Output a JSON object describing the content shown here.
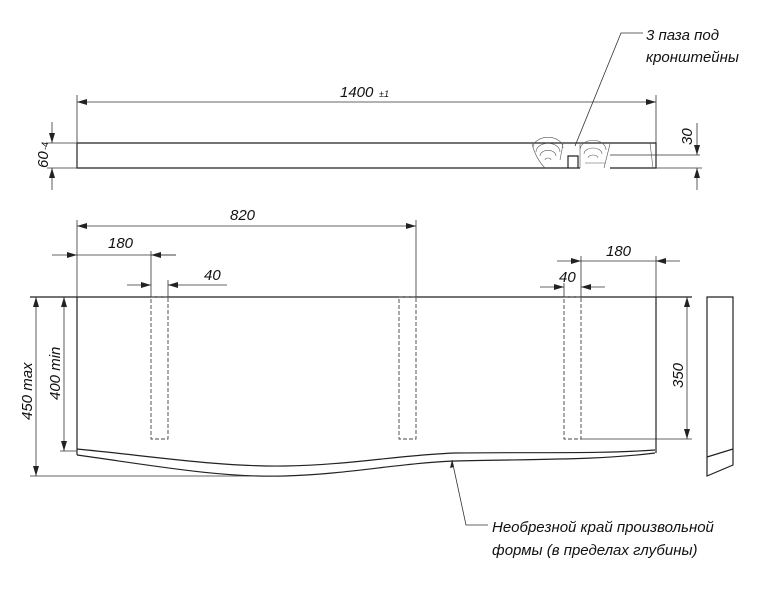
{
  "dimensions": {
    "length": "1400",
    "length_tolerance": "±1",
    "thickness": "60",
    "thickness_tolerance": "-4",
    "groove_depth": "30",
    "middle_slot_offset": "820",
    "left_slot_offset": "180",
    "left_slot_width": "40",
    "right_slot_offset": "180",
    "right_slot_width": "40",
    "depth_max": "450 max",
    "depth_min": "400 min",
    "slot_length": "350"
  },
  "notes": {
    "grooves_line1": "3 паза  под",
    "grooves_line2": "кронштейны",
    "edge_line1": "Необрезной край произвольной",
    "edge_line2": "формы (в пределах глубины)"
  }
}
